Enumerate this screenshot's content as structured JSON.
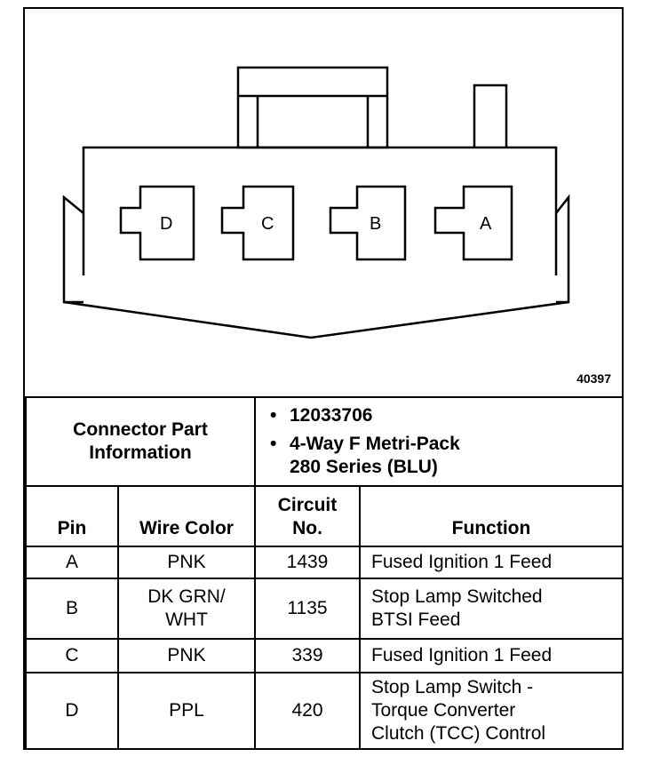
{
  "diagram": {
    "figure_id": "40397",
    "pins": [
      {
        "letter": "D"
      },
      {
        "letter": "C"
      },
      {
        "letter": "B"
      },
      {
        "letter": "A"
      }
    ]
  },
  "connector": {
    "label_line1": "Connector Part",
    "label_line2": "Information",
    "bullet": "•",
    "part_number": "12033706",
    "description_line1": "4-Way F Metri-Pack",
    "description_line2": "280 Series (BLU)"
  },
  "table": {
    "headers": {
      "pin": "Pin",
      "wire_color": "Wire Color",
      "circuit_line1": "Circuit",
      "circuit_line2": "No.",
      "function": "Function"
    },
    "rows": [
      {
        "pin": "A",
        "wire_line1": "PNK",
        "wire_line2": "",
        "circuit": "1439",
        "function_line1": "Fused Ignition 1 Feed",
        "function_line2": "",
        "function_line3": ""
      },
      {
        "pin": "B",
        "wire_line1": "DK GRN/",
        "wire_line2": "WHT",
        "circuit": "1135",
        "function_line1": "Stop Lamp Switched",
        "function_line2": "BTSI Feed",
        "function_line3": ""
      },
      {
        "pin": "C",
        "wire_line1": "PNK",
        "wire_line2": "",
        "circuit": "339",
        "function_line1": "Fused Ignition 1 Feed",
        "function_line2": "",
        "function_line3": ""
      },
      {
        "pin": "D",
        "wire_line1": "PPL",
        "wire_line2": "",
        "circuit": "420",
        "function_line1": "Stop Lamp Switch -",
        "function_line2": "Torque Converter",
        "function_line3": "Clutch (TCC) Control"
      }
    ]
  }
}
